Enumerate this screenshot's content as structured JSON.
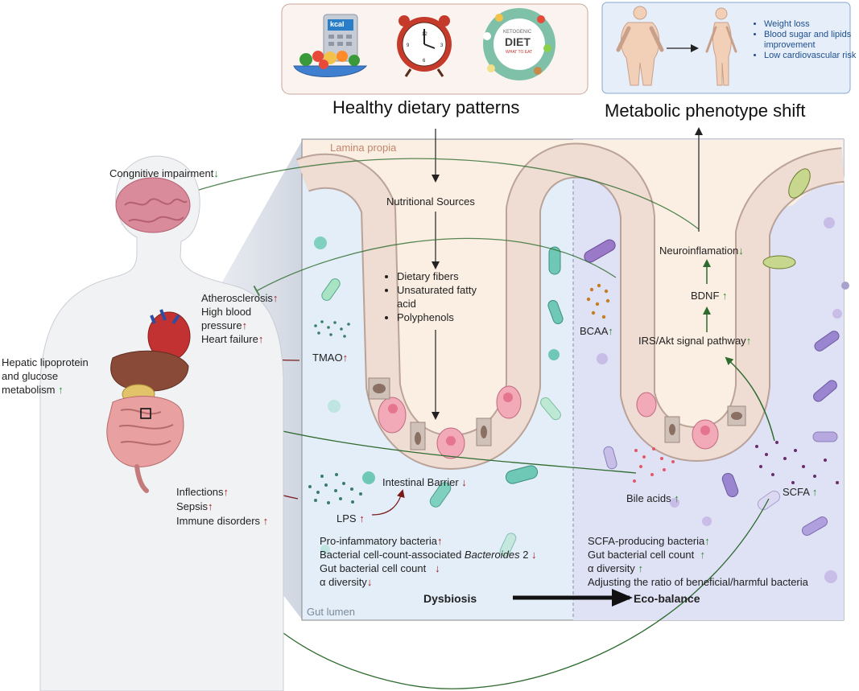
{
  "top": {
    "healthy_title": "Healthy dietary  patterns",
    "metabolic_title": "Metabolic phenotype shift",
    "kcal_label": "kcal",
    "keto_small": "KETOGENIC",
    "keto_big": "DIET",
    "keto_sub": "WHAT TO EAT",
    "phenotype_bullets": [
      "Weight loss",
      "Blood sugar and lipids improvement",
      "Low cardiovascular risk"
    ]
  },
  "panel": {
    "lamina_propia": "Lamina propia",
    "gut_lumen": "Gut lumen",
    "nutritional_sources": "Nutritional Sources",
    "nutrients": [
      "Dietary fibers",
      "Unsaturated fatty acid",
      "Polyphenols"
    ],
    "tmao": "TMAO",
    "lps": "LPS",
    "intestinal_barrier": "Intestinal Barrier",
    "bcaa": "BCAA",
    "neuroinflamation": "Neuroinflamation",
    "bdnf": "BDNF",
    "irs_akt": "IRS/Akt signal pathway",
    "bile_acids": "Bile acids",
    "scfa": "SCFA",
    "dysbiosis_items": {
      "pro_inflammatory": "Pro-infammatory bacteria",
      "bacteroides_prefix": "Bacterial cell-count-associated ",
      "bacteroides_italic": "Bacteroides",
      "bacteroides_suffix": " 2",
      "gut_count": "Gut bacterial cell count",
      "alpha": "α diversity"
    },
    "eco_items": {
      "scfa_bacteria": "SCFA-producing bacteria",
      "gut_count": "Gut bacterial cell count",
      "alpha": "α diversity",
      "ratio": "Adjusting the ratio of beneficial/harmful bacteria"
    },
    "dysbiosis": "Dysbiosis",
    "eco_balance": "Eco-balance"
  },
  "left": {
    "cognitive": "Congnitive impairment",
    "athero": "Atherosclerosis",
    "high_bp_1": "High blood",
    "high_bp_2": "pressure",
    "heart_failure": "Heart failure",
    "hepatic_1": "Hepatic lipoprotein",
    "hepatic_2": "and glucose",
    "hepatic_3": "metabolism",
    "inflections": "Inflections",
    "sepsis": "Sepsis",
    "immune": "Immune disorders"
  },
  "arrows": {
    "up": "↑",
    "down": "↓"
  },
  "colors": {
    "red_arrow": "#a32020",
    "green_arrow": "#2e8b2e",
    "lamina_bg": "#fbeee2",
    "lumen_left": "#e3eef8",
    "lumen_right": "#dde0f4",
    "cell": "#efdcd2",
    "cell_nucleus": "#8a6f63",
    "goblet": "#f3a8b8",
    "bacteria_teal": "#6fc8b5",
    "bacteria_purple": "#9a86d0"
  }
}
